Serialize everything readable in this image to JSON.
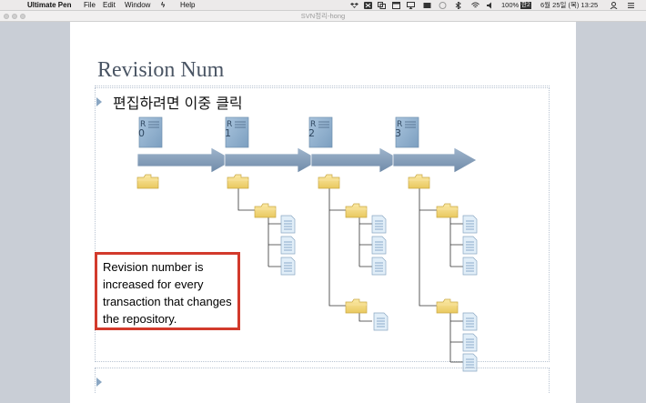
{
  "menubar": {
    "app_name": "Ultimate Pen",
    "items": [
      "File",
      "Edit",
      "Window",
      "Help"
    ],
    "battery": "100%",
    "input_badge": "한2",
    "datetime": "6월 25일 (목)  13:25"
  },
  "window": {
    "title": "SVN정리-hong"
  },
  "slide": {
    "title": "Revision Num",
    "bullet": "편집하려면 이중 클릭",
    "revisions": [
      "0",
      "1",
      "2",
      "3"
    ],
    "revision_prefix": "R",
    "callout": "Revision number is increased for every transaction that changes the repository."
  },
  "colors": {
    "arrow": "#7f9ab6",
    "callout_border": "#d23a2c",
    "title": "#4a5564",
    "folder": "#f2d778",
    "document": "#d9e8f5"
  }
}
